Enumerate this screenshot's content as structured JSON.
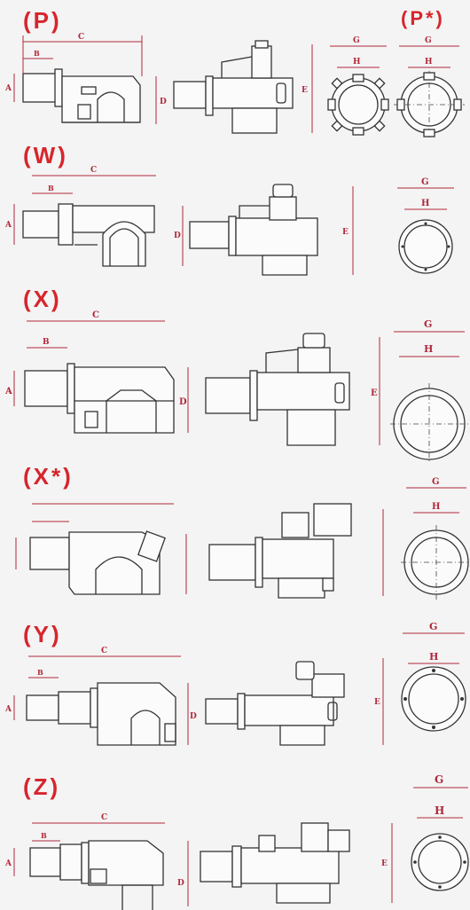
{
  "sections": [
    {
      "id": "P",
      "label": "(P)",
      "label2": "(P*)",
      "dims": {
        "a": "A",
        "b": "B",
        "c": "C",
        "d": "D",
        "e": "E",
        "g": "G",
        "h": "H",
        "g2": "G",
        "h2": "H"
      }
    },
    {
      "id": "W",
      "label": "(W)",
      "dims": {
        "a": "A",
        "b": "B",
        "c": "C",
        "d": "D",
        "e": "E",
        "g": "G",
        "h": "H"
      }
    },
    {
      "id": "X",
      "label": "(X)",
      "dims": {
        "a": "A",
        "b": "B",
        "c": "C",
        "d": "D",
        "e": "E",
        "g": "G",
        "h": "H"
      }
    },
    {
      "id": "Xs",
      "label": "(X*)",
      "dims": {
        "g": "G",
        "h": "H"
      }
    },
    {
      "id": "Y",
      "label": "(Y)",
      "dims": {
        "a": "A",
        "b": "B",
        "c": "C",
        "d": "D",
        "e": "E",
        "g": "G",
        "h": "H"
      }
    },
    {
      "id": "Z",
      "label": "(Z)",
      "dims": {
        "a": "A",
        "b": "B",
        "c": "C",
        "d": "D",
        "e": "E",
        "g": "G",
        "h": "H"
      }
    }
  ],
  "colors": {
    "label": "#d6262c",
    "dimension": "#b0283a",
    "line": "#333333",
    "background": "#f4f4f4"
  }
}
